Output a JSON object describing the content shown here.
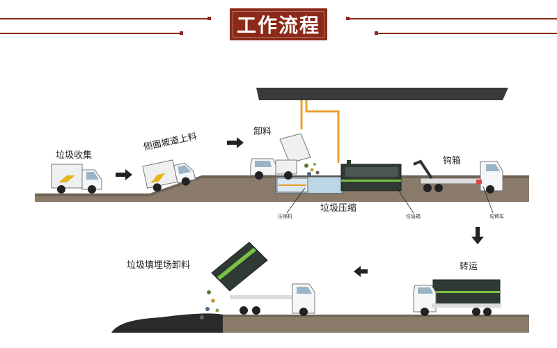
{
  "title": "工作流程",
  "steps": {
    "collect": "垃圾收集",
    "ramp_load": "侧面坡道上料",
    "unload": "卸料",
    "hook": "钩箱",
    "compress": "垃圾压缩",
    "transfer": "转运",
    "landfill_unload": "垃圾填埋场卸料"
  },
  "callouts": {
    "compactor": "压缩机",
    "container": "垃圾箱",
    "hook_truck": "勾臂车"
  },
  "colors": {
    "brand": "#8b2a18",
    "ground": "#8a7a6a",
    "canopy": "#3a3a3a",
    "pipe": "#e8a030",
    "container": "#2f3a34",
    "stripe": "#7ac143"
  }
}
